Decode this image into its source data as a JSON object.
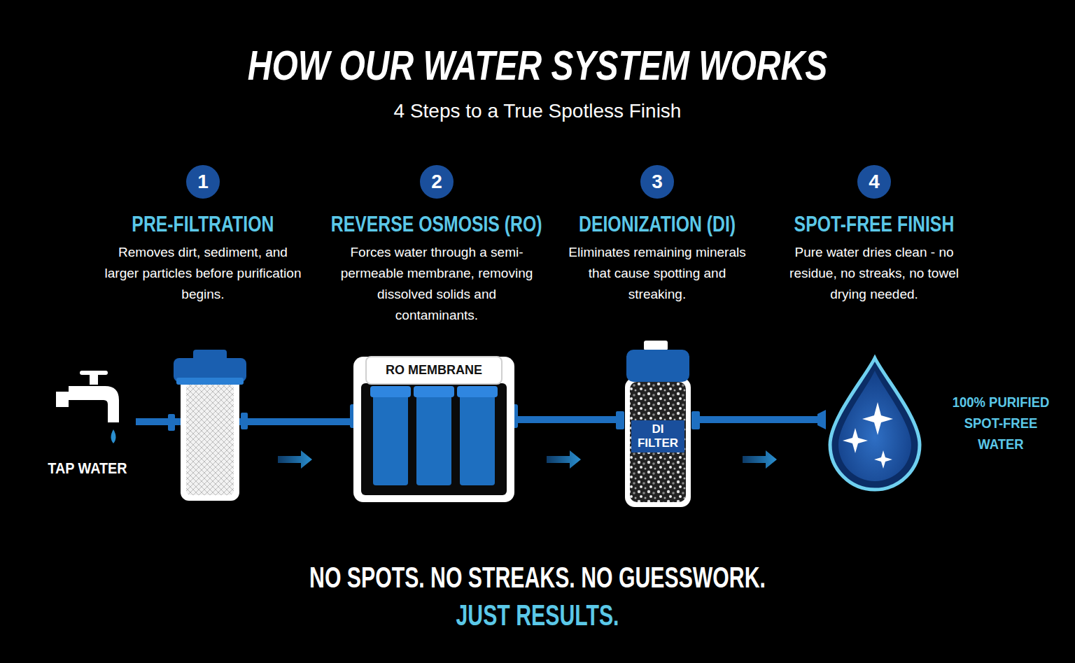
{
  "diagram": {
    "title": "HOW OUR WATER SYSTEM WORKS",
    "nodes": [
      {
        "text": [
          "1",
          "PRE-FILTRATION",
          "Removes dirt, sediment, and larger particles before purification begins."
        ]
      },
      {
        "text": [
          "2",
          "REVERSE OSMOSIS (RO)",
          "Forces water through a semi-permeable membrane, removing dissolved solids and contaminants."
        ]
      },
      {
        "text": [
          "3",
          "DEIONIZATION (DI)",
          "Eliminates remaining minerals that cause spotting and streaking."
        ]
      },
      {
        "text": [
          "4",
          "SPOT-FREE FINISH",
          "Pure water dries clean - no residue, no streaks, no towel drying needed."
        ]
      },
      {
        "text": [
          "TAP WATER"
        ]
      },
      {
        "text": [
          "RO MEMBRANE"
        ]
      },
      {
        "text": [
          "DI FILTER"
        ]
      },
      {
        "text": [
          "100% PURIFIED SPOT-FREE WATER"
        ]
      }
    ],
    "edges": [
      {
        "from": 4,
        "to": 5,
        "arrow": "none"
      },
      {
        "from": 5,
        "to": 6,
        "arrow": "none"
      },
      {
        "from": 6,
        "to": 7,
        "arrow": "none"
      }
    ],
    "labels": [
      "4 Steps to a True Spotless Finish",
      "NO SPOTS. NO STREAKS. NO GUESSWORK.",
      "JUST RESULTS."
    ]
  }
}
